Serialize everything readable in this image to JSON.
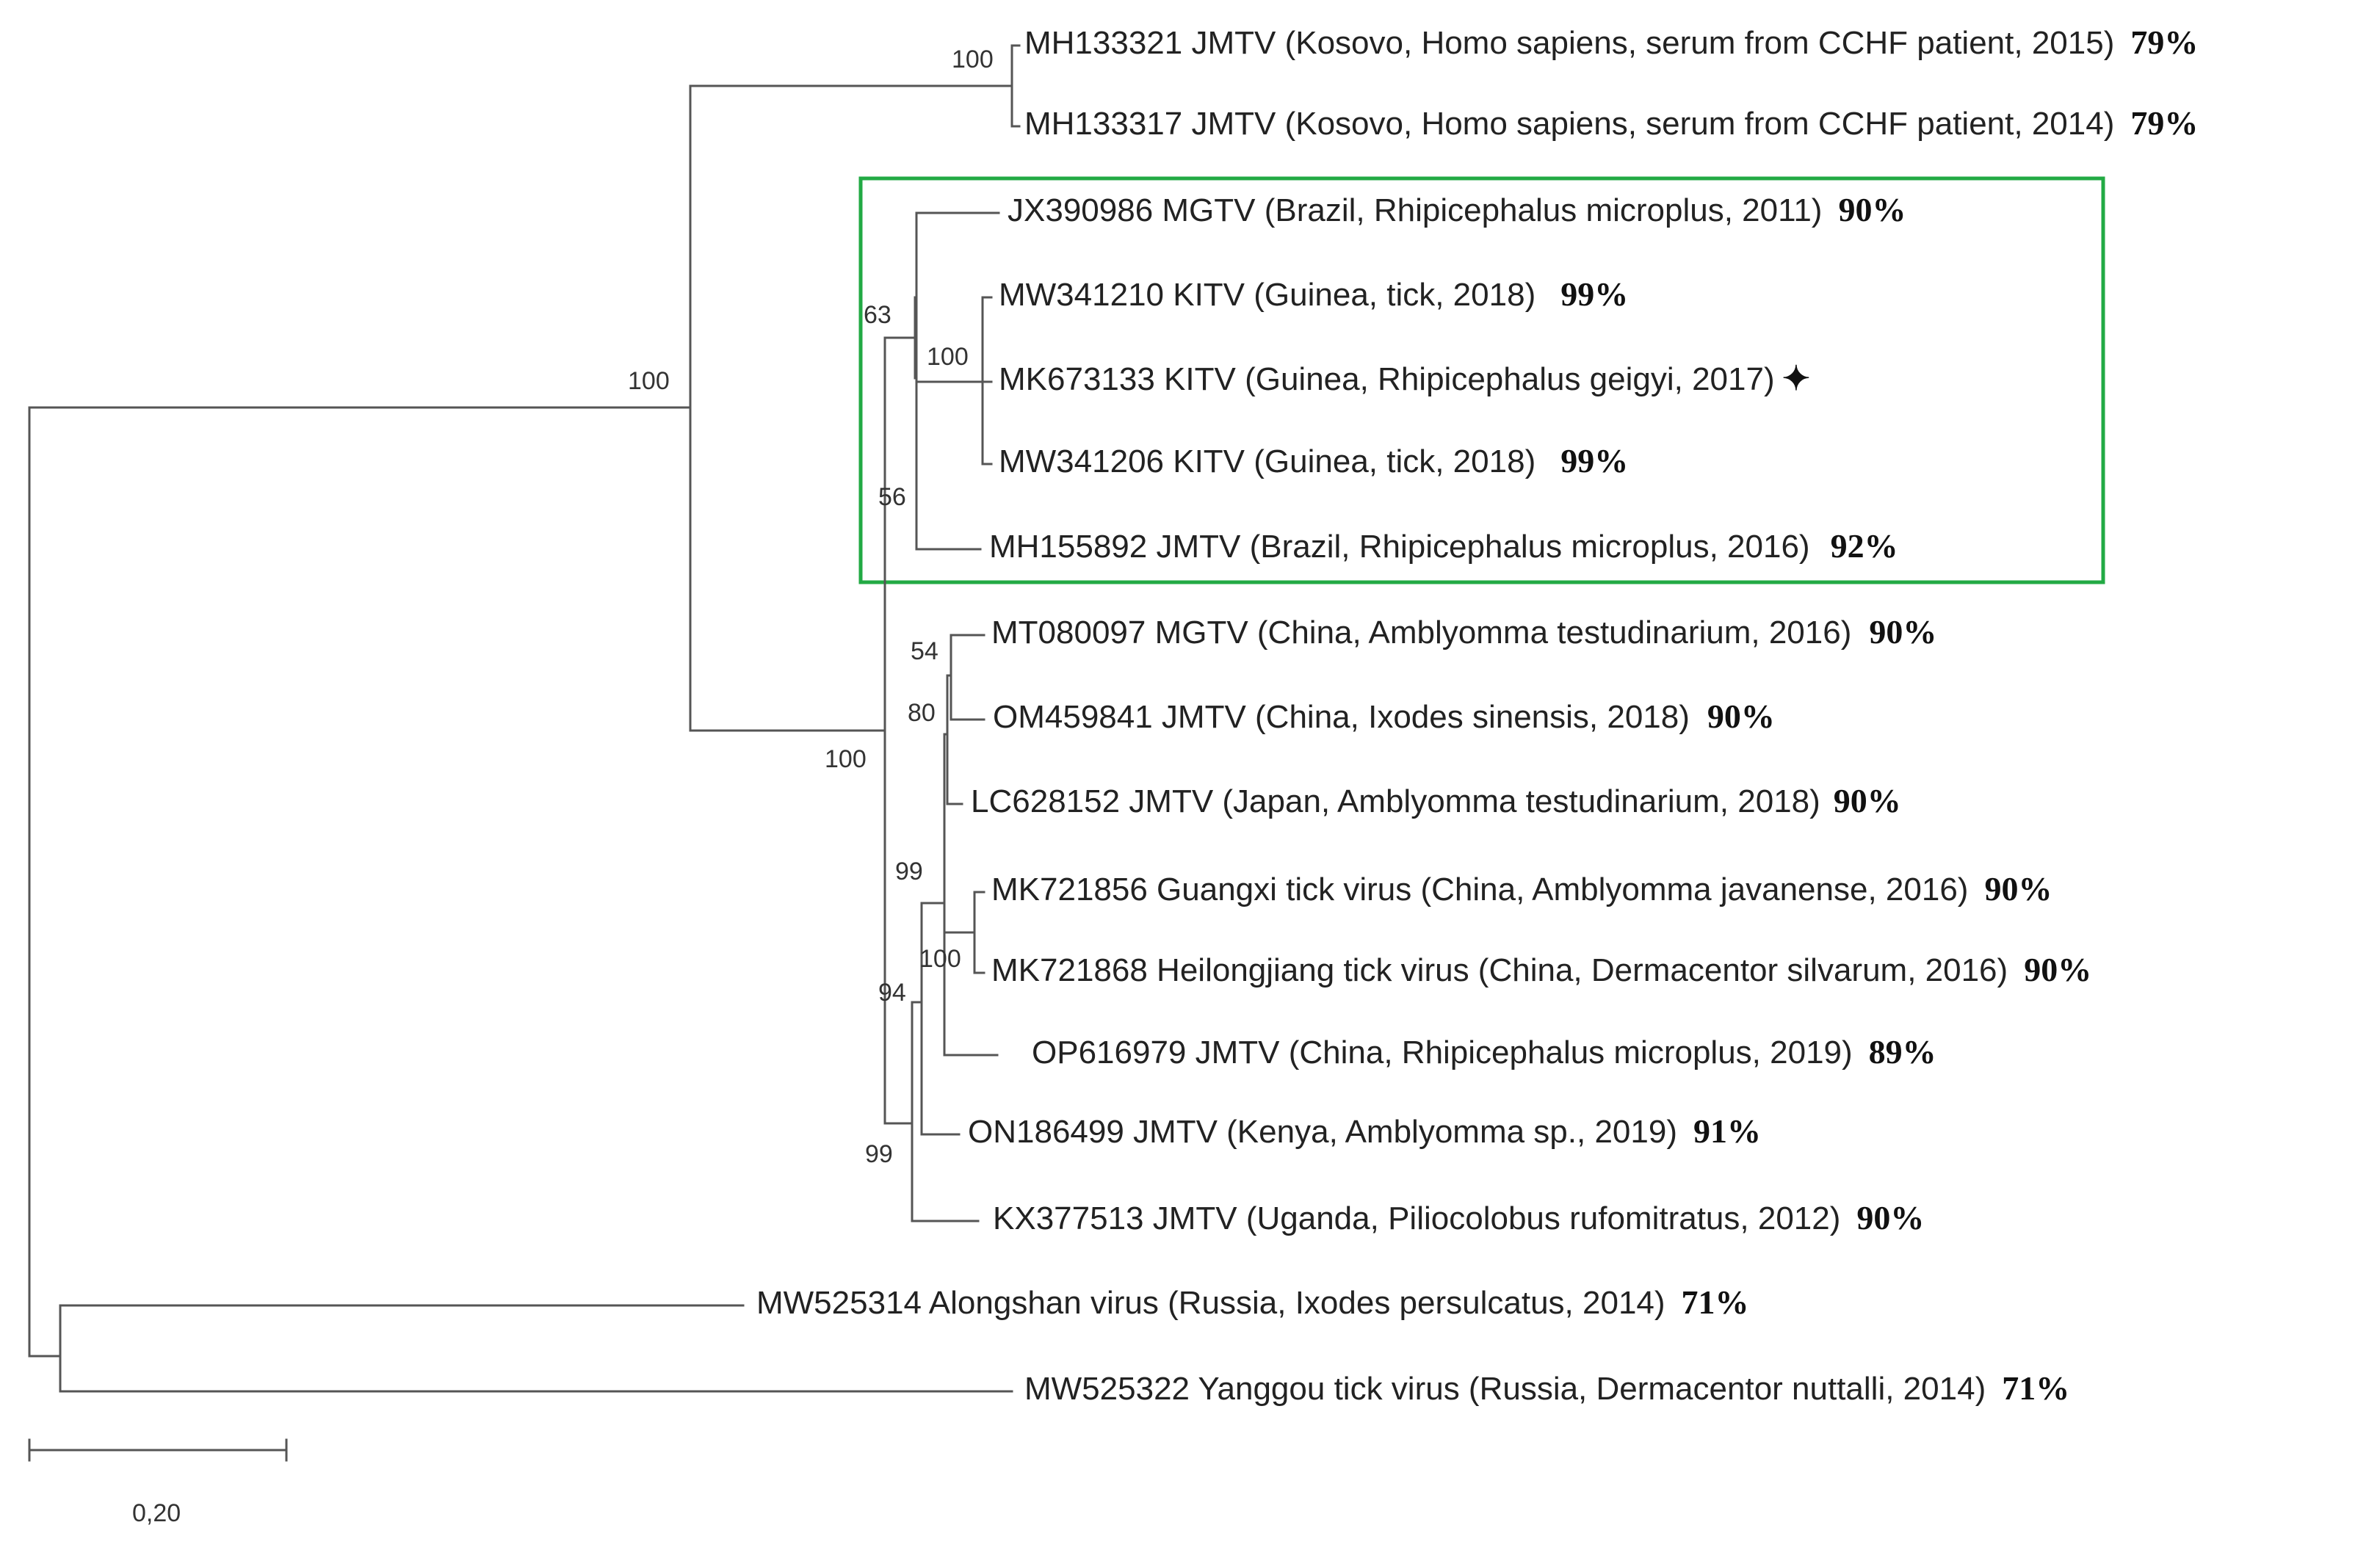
{
  "diagram": {
    "taxa": [
      {
        "id": "t1",
        "label": "MH133321 JMTV (Kosovo, Homo sapiens, serum from CCHF patient, 2015)",
        "identity": "79%"
      },
      {
        "id": "t2",
        "label": "MH133317 JMTV (Kosovo, Homo sapiens, serum from CCHF patient, 2014)",
        "identity": "79%"
      },
      {
        "id": "t3",
        "label": "JX390986 MGTV (Brazil, Rhipicephalus microplus, 2011)",
        "identity": "90%"
      },
      {
        "id": "t4",
        "label": "MW341210 KITV (Guinea, tick, 2018)",
        "identity": "99%"
      },
      {
        "id": "t5",
        "label": "MK673133 KITV (Guinea, Rhipicephalus geigyi, 2017)",
        "identity": "",
        "marker": "✦"
      },
      {
        "id": "t6",
        "label": "MW341206 KITV (Guinea, tick, 2018)",
        "identity": "99%"
      },
      {
        "id": "t7",
        "label": "MH155892 JMTV (Brazil, Rhipicephalus microplus, 2016)",
        "identity": "92%"
      },
      {
        "id": "t8",
        "label": "MT080097 MGTV (China, Amblyomma testudinarium, 2016)",
        "identity": "90%"
      },
      {
        "id": "t9",
        "label": "OM459841 JMTV (China, Ixodes sinensis, 2018)",
        "identity": "90%"
      },
      {
        "id": "t10",
        "label": "LC628152 JMTV (Japan, Amblyomma testudinarium, 2018)",
        "identity": "90%"
      },
      {
        "id": "t11",
        "label": "MK721856 Guangxi tick virus (China, Amblyomma javanense, 2016)",
        "identity": "90%"
      },
      {
        "id": "t12",
        "label": "MK721868 Heilongjiang tick virus (China, Dermacentor silvarum, 2016)",
        "identity": "90%"
      },
      {
        "id": "t13",
        "label": "OP616979 JMTV (China, Rhipicephalus microplus, 2019)",
        "identity": "89%"
      },
      {
        "id": "t14",
        "label": "ON186499 JMTV (Kenya, Amblyomma sp., 2019)",
        "identity": "91%"
      },
      {
        "id": "t15",
        "label": "KX377513 JMTV (Uganda, Piliocolobus rufomitratus, 2012)",
        "identity": "90%"
      },
      {
        "id": "t16",
        "label": "MW525314 Alongshan virus (Russia, Ixodes persulcatus, 2014)",
        "identity": "71%"
      },
      {
        "id": "t17",
        "label": "MW525322 Yanggou tick virus (Russia, Dermacentor nuttalli, 2014)",
        "identity": "71%"
      }
    ],
    "bootstrap": [
      "100",
      "100",
      "63",
      "100",
      "56",
      "100",
      "54",
      "80",
      "99",
      "100",
      "94",
      "99"
    ],
    "scale_bar": {
      "label": "0,20"
    },
    "highlight_color": "#22aa44"
  }
}
